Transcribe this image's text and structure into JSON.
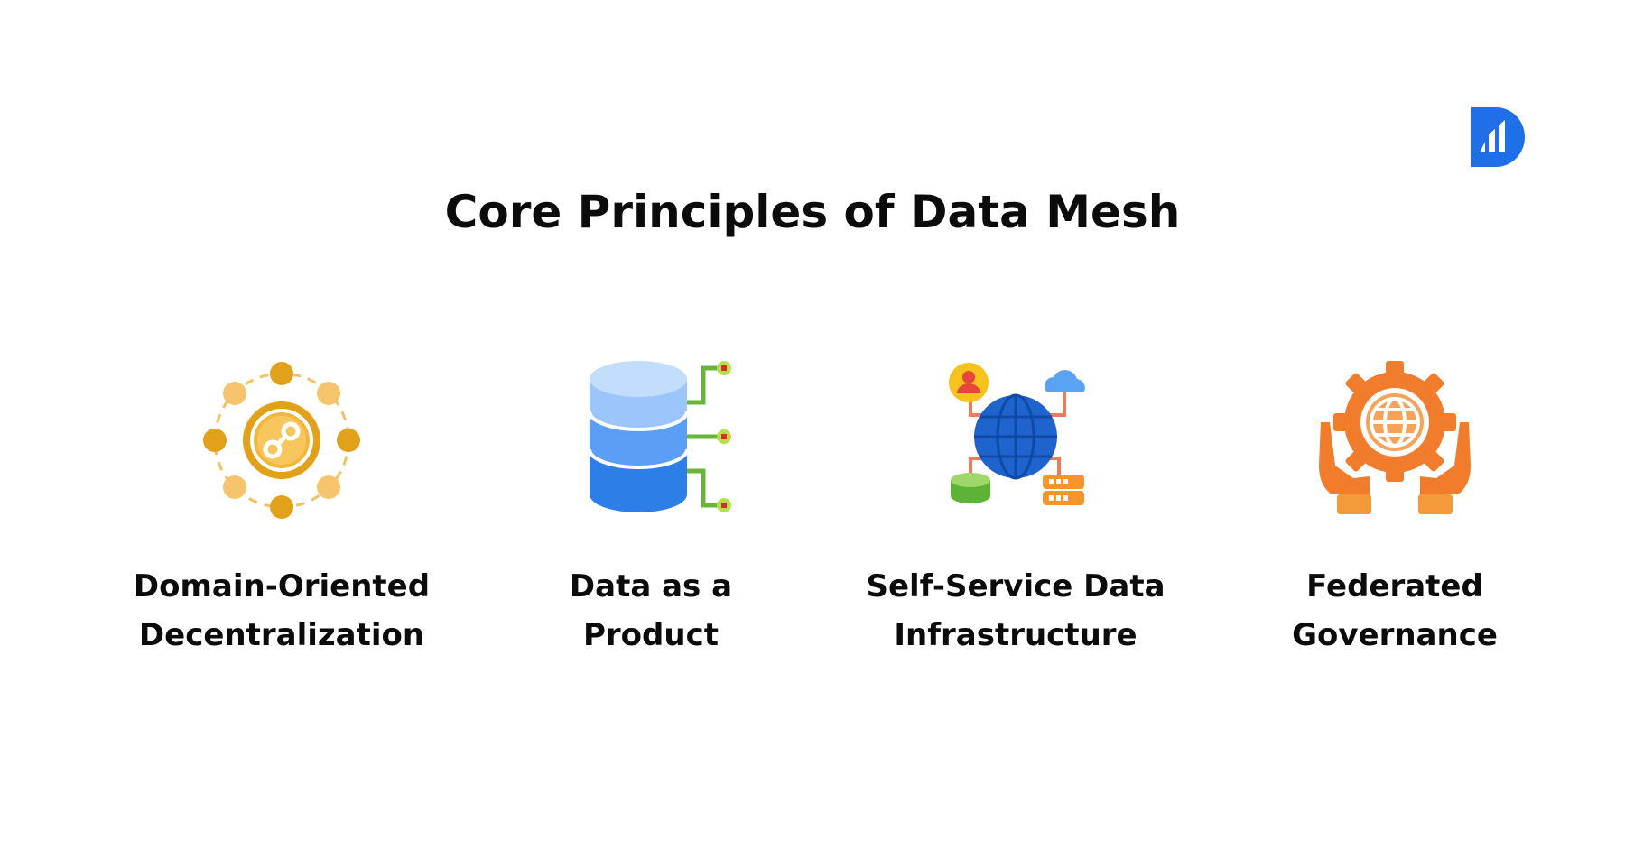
{
  "title": "Core Principles of Data Mesh",
  "colors": {
    "title": "#0b0b0b",
    "logo": "#1f6fe8",
    "domain_icon": "#e9a520",
    "product_icon": "#3d8ef0",
    "product_connector": "#6ab43c",
    "infra_globe": "#1f64cc",
    "infra_lines": "#f07a5a",
    "governance_icon": "#ee7a2e"
  },
  "principles": [
    {
      "line1": "Domain-Oriented",
      "line2": "Decentralization",
      "icon": "hub-network-icon"
    },
    {
      "line1": "Data as a",
      "line2": "Product",
      "icon": "database-product-icon"
    },
    {
      "line1": "Self-Service Data",
      "line2": "Infrastructure",
      "icon": "globe-infrastructure-icon"
    },
    {
      "line1": "Federated",
      "line2": "Governance",
      "icon": "hands-gear-globe-icon"
    }
  ]
}
